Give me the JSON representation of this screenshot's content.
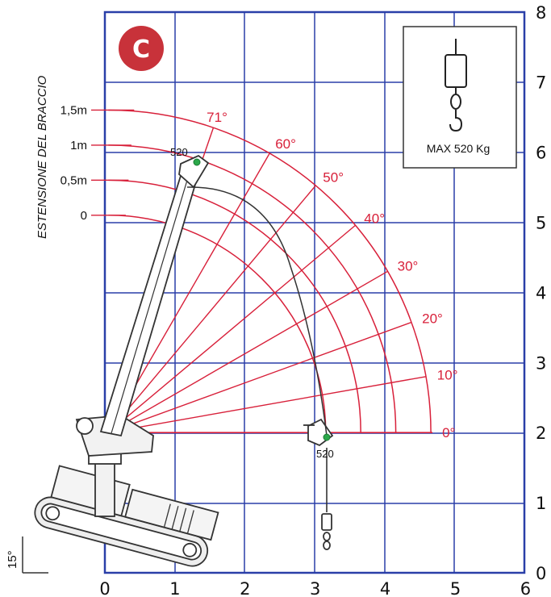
{
  "logo": {
    "letter": "C",
    "color": "#c8323a"
  },
  "side_label": "ESTENSIONE DEL BRACCIO",
  "x_ticks": [
    "0",
    "1",
    "2",
    "3",
    "4",
    "5",
    "6"
  ],
  "y_ticks": [
    "0",
    "1",
    "2",
    "3",
    "4",
    "5",
    "6",
    "7",
    "8"
  ],
  "extension_levels": [
    {
      "label": "1,5m",
      "height_m": 6.6
    },
    {
      "label": "1m",
      "height_m": 6.1
    },
    {
      "label": "0,5m",
      "height_m": 5.6
    },
    {
      "label": "0",
      "height_m": 5.1
    }
  ],
  "angles": [
    {
      "label": "71°",
      "deg": 71
    },
    {
      "label": "60°",
      "deg": 60
    },
    {
      "label": "50°",
      "deg": 50
    },
    {
      "label": "40°",
      "deg": 40
    },
    {
      "label": "30°",
      "deg": 30
    },
    {
      "label": "20°",
      "deg": 20
    },
    {
      "label": "10°",
      "deg": 10
    },
    {
      "label": "0°",
      "deg": 0
    }
  ],
  "capacity_box": {
    "text": "MAX  520  Kg"
  },
  "load_labels": {
    "top": "520",
    "right": "520"
  },
  "tilt_label": "15°",
  "colors": {
    "grid": "#2a3fa8",
    "reach": "#d8203a",
    "load_point": "#2ba84a",
    "machine": "#333333"
  }
}
